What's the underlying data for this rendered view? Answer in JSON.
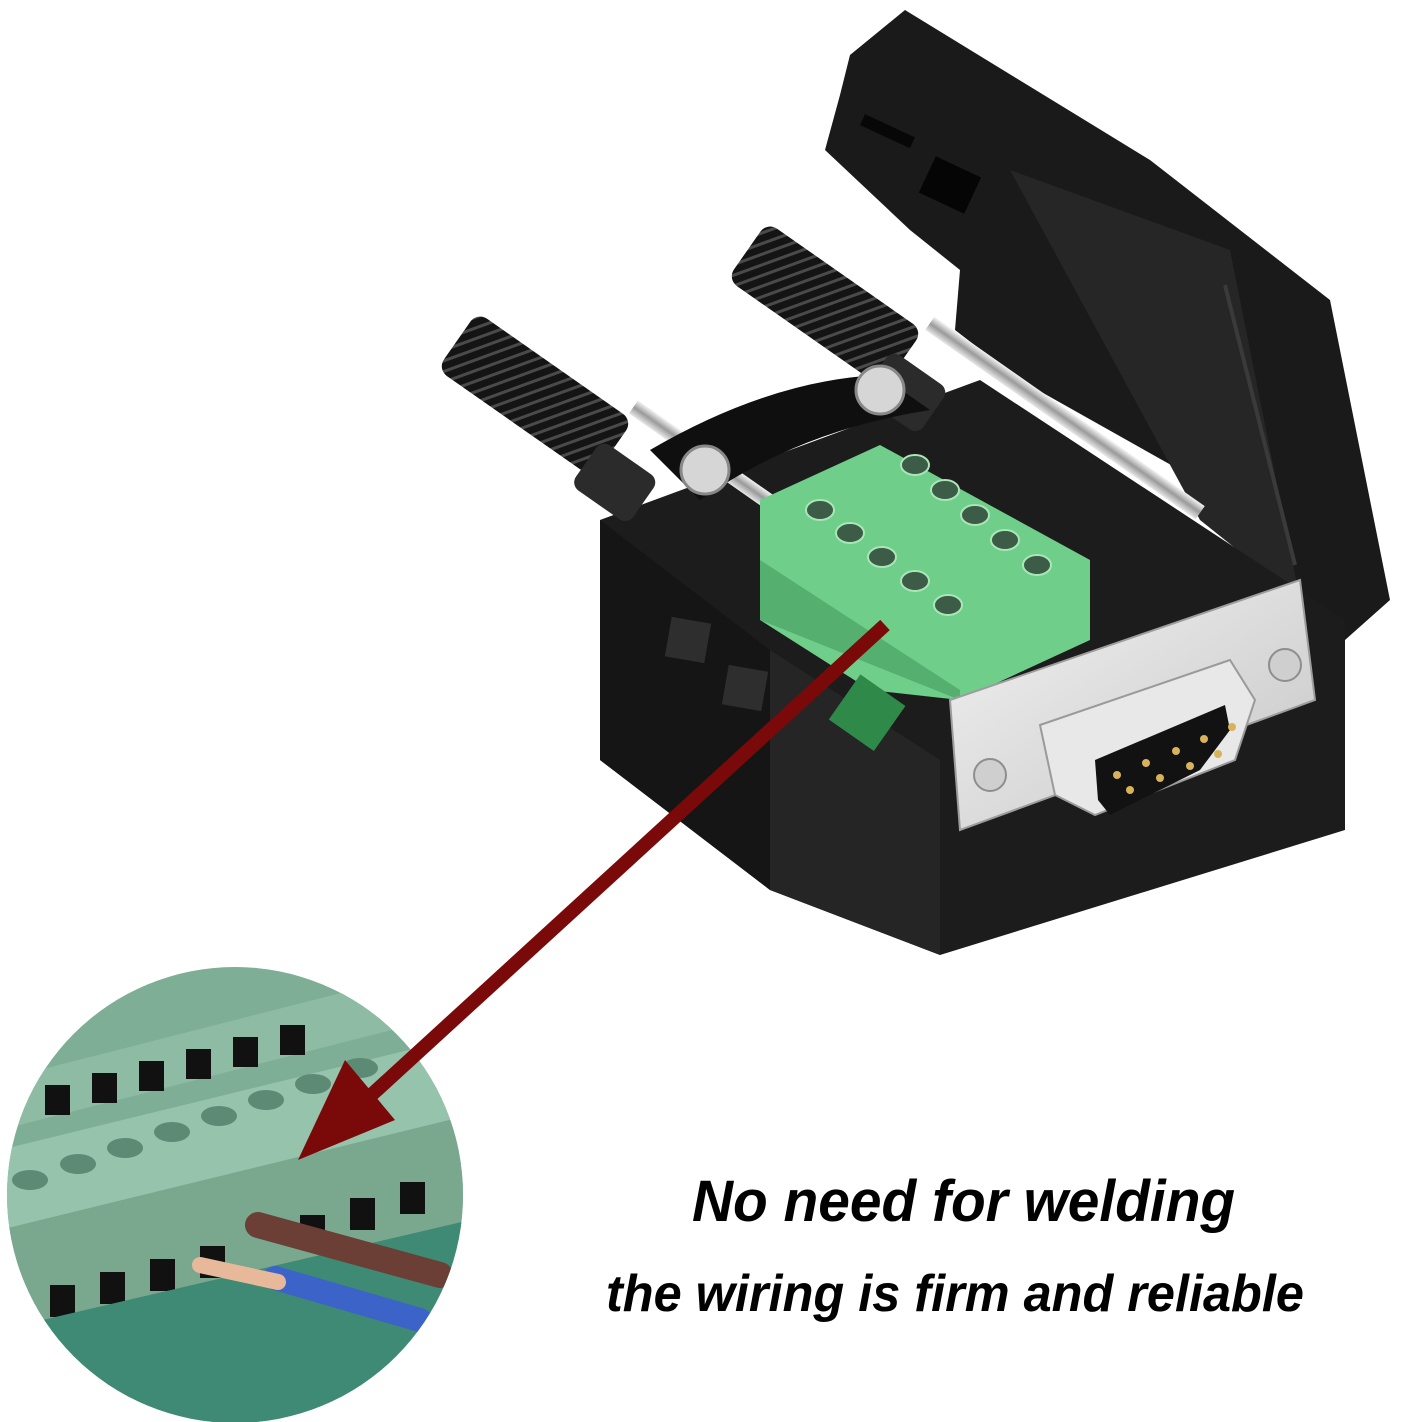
{
  "product": {
    "name": "DB9 male solderless terminal-block connector with black housing",
    "connector_type": "DB9 male",
    "pin_count": 9,
    "terminal_block_positions": 9
  },
  "callout": {
    "headline": "No need for welding",
    "subline": "the wiring is firm and reliable"
  },
  "inset": {
    "description": "close-up of green terminal block with brown and blue wires inserted",
    "wires": [
      "brown",
      "blue"
    ]
  },
  "colors": {
    "background": "#ffffff",
    "housing": "#1c1c1c",
    "terminal_green": "#6fcf8a",
    "inset_green": "#7fae96",
    "arrow": "#7a0a0a",
    "shell_metal": "#d9d9d9",
    "pin_gold": "#d8b35a",
    "text": "#000000"
  }
}
